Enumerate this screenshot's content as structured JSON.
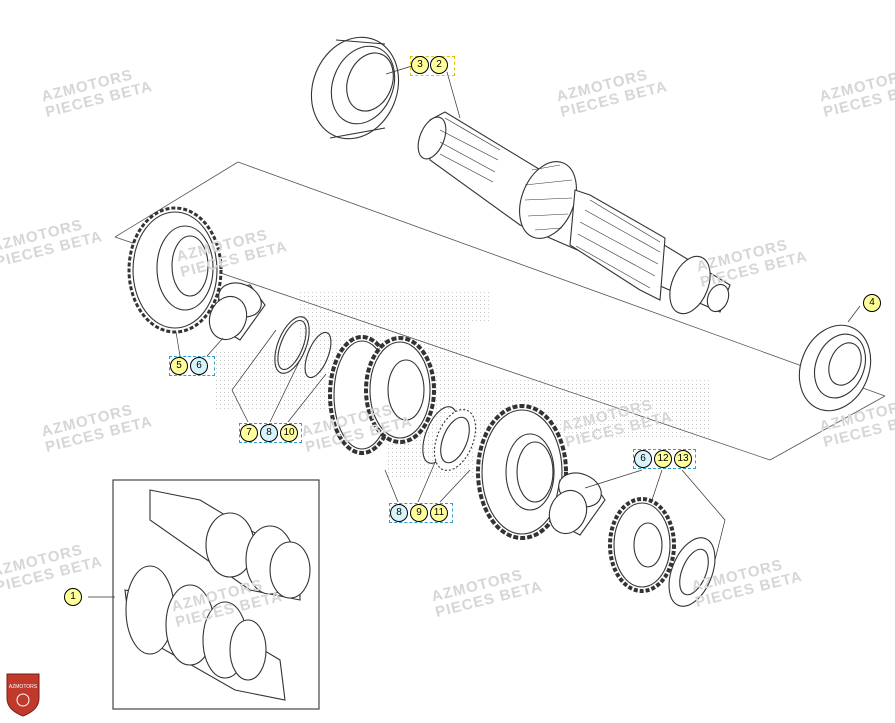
{
  "watermark": {
    "line1": "AZMOTORS",
    "line2": "PIECES BETA"
  },
  "callouts": [
    {
      "id": "c1",
      "label": "1"
    },
    {
      "id": "c2",
      "label": "2"
    },
    {
      "id": "c3",
      "label": "3"
    },
    {
      "id": "c4",
      "label": "4"
    },
    {
      "id": "c5",
      "label": "5"
    },
    {
      "id": "c6a",
      "label": "6"
    },
    {
      "id": "c7",
      "label": "7"
    },
    {
      "id": "c8a",
      "label": "8"
    },
    {
      "id": "c10",
      "label": "10"
    },
    {
      "id": "c8b",
      "label": "8"
    },
    {
      "id": "c9",
      "label": "9"
    },
    {
      "id": "c11",
      "label": "11"
    },
    {
      "id": "c6b",
      "label": "6"
    },
    {
      "id": "c12",
      "label": "12"
    },
    {
      "id": "c13",
      "label": "13"
    }
  ],
  "logo": {
    "text": "AZMOTORS",
    "color": "#c0392b"
  }
}
